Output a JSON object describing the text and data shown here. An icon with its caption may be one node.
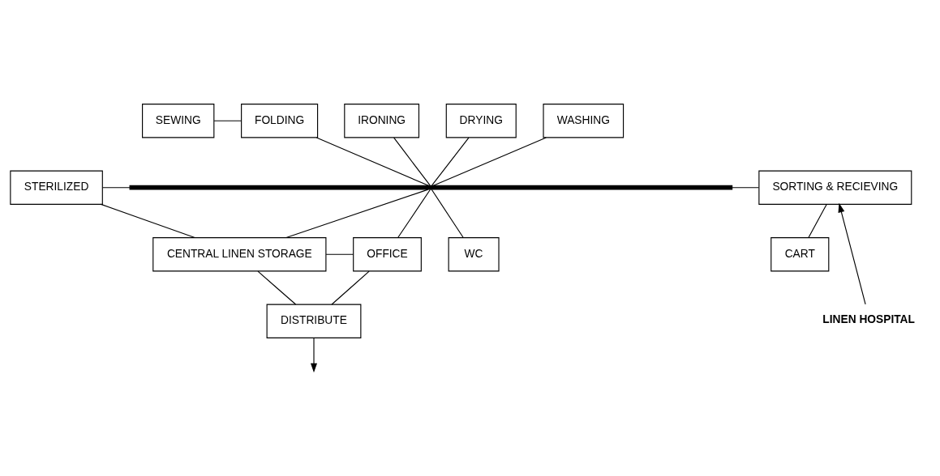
{
  "diagram": {
    "nodes": [
      {
        "text": [
          "SEWING"
        ]
      },
      {
        "text": [
          "FOLDING"
        ]
      },
      {
        "text": [
          "IRONING"
        ]
      },
      {
        "text": [
          "DRYING"
        ]
      },
      {
        "text": [
          "WASHING"
        ]
      },
      {
        "text": [
          "STERILIZED"
        ]
      },
      {
        "text": [],
        "shape": "bar"
      },
      {
        "text": [
          "SORTING & RECIEVING"
        ]
      },
      {
        "text": [
          "CENTRAL LINEN STORAGE"
        ]
      },
      {
        "text": [
          "OFFICE"
        ]
      },
      {
        "text": [
          "WC"
        ]
      },
      {
        "text": [
          "CART"
        ]
      },
      {
        "text": [
          "DISTRIBUTE"
        ]
      },
      {
        "text": [
          "LINEN HOSPITAL"
        ]
      }
    ],
    "edges": [
      {
        "from": 0,
        "to": 1,
        "arrow": "none"
      },
      {
        "from": 1,
        "to": 6,
        "arrow": "none"
      },
      {
        "from": 2,
        "to": 6,
        "arrow": "none"
      },
      {
        "from": 3,
        "to": 6,
        "arrow": "none"
      },
      {
        "from": 4,
        "to": 6,
        "arrow": "none"
      },
      {
        "from": 5,
        "to": 6,
        "arrow": "none"
      },
      {
        "from": 6,
        "to": 7,
        "arrow": "none"
      },
      {
        "from": 6,
        "to": 8,
        "arrow": "none"
      },
      {
        "from": 6,
        "to": 9,
        "arrow": "none"
      },
      {
        "from": 6,
        "to": 10,
        "arrow": "none"
      },
      {
        "from": 5,
        "to": 8,
        "arrow": "none"
      },
      {
        "from": 8,
        "to": 9,
        "arrow": "none"
      },
      {
        "from": 9,
        "to": 12,
        "arrow": "none"
      },
      {
        "from": 8,
        "to": 12,
        "arrow": "none"
      },
      {
        "from": 7,
        "to": 11,
        "arrow": "none"
      },
      {
        "from": 13,
        "to": 7,
        "arrow": "to"
      },
      {
        "from": 12,
        "to": null,
        "arrow": "to"
      }
    ]
  }
}
